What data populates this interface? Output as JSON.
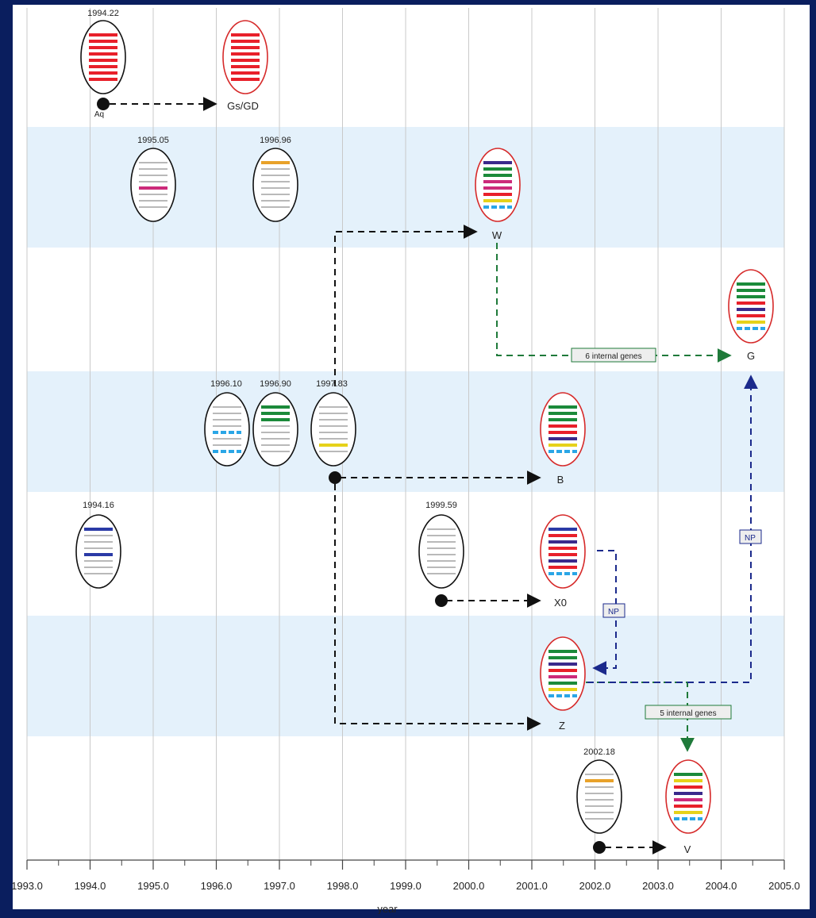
{
  "axis": {
    "xlabel": "year",
    "ticks": [
      "1993.0",
      "1994.0",
      "1995.0",
      "1996.0",
      "1997.0",
      "1998.0",
      "1999.0",
      "2000.0",
      "2001.0",
      "2002.0",
      "2003.0",
      "2004.0",
      "2005.0"
    ]
  },
  "colors": {
    "frame": "#0a1e5e",
    "band": "#e4f1fb",
    "gene_gray": "#b9b9b9",
    "red_outline": "#d62a2a",
    "arrow_black": "#111111",
    "arrow_green": "#1f7a3a",
    "arrow_blue": "#1b2a8c",
    "genes": {
      "R": "#e8202a",
      "G": "#1b8a3a",
      "P": "#3a2a8c",
      "M": "#cc2a7a",
      "Y": "#e6d21a",
      "C": "#2aa6e6",
      "O": "#e8a22a",
      "N": "#2a3aa6"
    }
  },
  "genotypes": [
    {
      "id": "g-1994-22",
      "date_label": "1994.22",
      "outline": "black",
      "genes": [
        "R",
        "R",
        "R",
        "R",
        "R",
        "R",
        "R",
        "R"
      ]
    },
    {
      "id": "gs-gd",
      "date_label": "",
      "outline": "red",
      "genes": [
        "R",
        "R",
        "R",
        "R",
        "R",
        "R",
        "R",
        "R"
      ]
    },
    {
      "id": "g-1995-05",
      "date_label": "1995.05",
      "outline": "black",
      "genes": [
        "g",
        "g",
        "g",
        "g",
        "M",
        "g",
        "g",
        "g"
      ]
    },
    {
      "id": "g-1996-96",
      "date_label": "1996.96",
      "outline": "black",
      "genes": [
        "O",
        "g",
        "g",
        "g",
        "g",
        "g",
        "g",
        "g"
      ]
    },
    {
      "id": "w",
      "date_label": "",
      "outline": "red",
      "genes": [
        "P",
        "G",
        "G",
        "M",
        "M",
        "R",
        "Y",
        "C"
      ]
    },
    {
      "id": "g",
      "date_label": "",
      "outline": "red",
      "genes": [
        "G",
        "G",
        "G",
        "R",
        "P",
        "R",
        "Y",
        "C"
      ]
    },
    {
      "id": "g-1996-10",
      "date_label": "1996.10",
      "outline": "black",
      "genes": [
        "g",
        "g",
        "g",
        "g",
        "C",
        "g",
        "g",
        "C"
      ]
    },
    {
      "id": "g-1996-90",
      "date_label": "1996.90",
      "outline": "black",
      "genes": [
        "G",
        "G",
        "G",
        "g",
        "g",
        "g",
        "g",
        "g"
      ]
    },
    {
      "id": "g-1997-83",
      "date_label": "1997.83",
      "outline": "black",
      "genes": [
        "g",
        "g",
        "g",
        "g",
        "g",
        "g",
        "Y",
        "g"
      ]
    },
    {
      "id": "b",
      "date_label": "",
      "outline": "red",
      "genes": [
        "G",
        "G",
        "G",
        "R",
        "R",
        "P",
        "Y",
        "C"
      ]
    },
    {
      "id": "g-1994-16",
      "date_label": "1994.16",
      "outline": "black",
      "genes": [
        "N",
        "g",
        "g",
        "g",
        "N",
        "g",
        "g",
        "g"
      ]
    },
    {
      "id": "g-1999-59",
      "date_label": "1999.59",
      "outline": "black",
      "genes": [
        "g",
        "g",
        "g",
        "g",
        "g",
        "g",
        "g",
        "g"
      ]
    },
    {
      "id": "x0",
      "date_label": "",
      "outline": "red",
      "genes": [
        "N",
        "R",
        "P",
        "R",
        "R",
        "P",
        "R",
        "C"
      ]
    },
    {
      "id": "z",
      "date_label": "",
      "outline": "red",
      "genes": [
        "G",
        "G",
        "P",
        "R",
        "M",
        "G",
        "Y",
        "C"
      ]
    },
    {
      "id": "g-2002-18",
      "date_label": "2002.18",
      "outline": "black",
      "genes": [
        "g",
        "O",
        "g",
        "g",
        "g",
        "g",
        "g",
        "g"
      ]
    },
    {
      "id": "v",
      "date_label": "",
      "outline": "red",
      "genes": [
        "G",
        "Y",
        "R",
        "P",
        "M",
        "R",
        "Y",
        "C"
      ]
    }
  ],
  "nodes": {
    "aq": "Aq",
    "gs_gd": "Gs/GD",
    "w": "W",
    "g": "G",
    "b": "B",
    "x0": "X0",
    "z": "Z",
    "v": "V"
  },
  "annotations": {
    "internal_genes_1": "6 internal genes",
    "internal_genes_2": "5 internal genes",
    "np_1": "NP",
    "np_2": "NP"
  }
}
